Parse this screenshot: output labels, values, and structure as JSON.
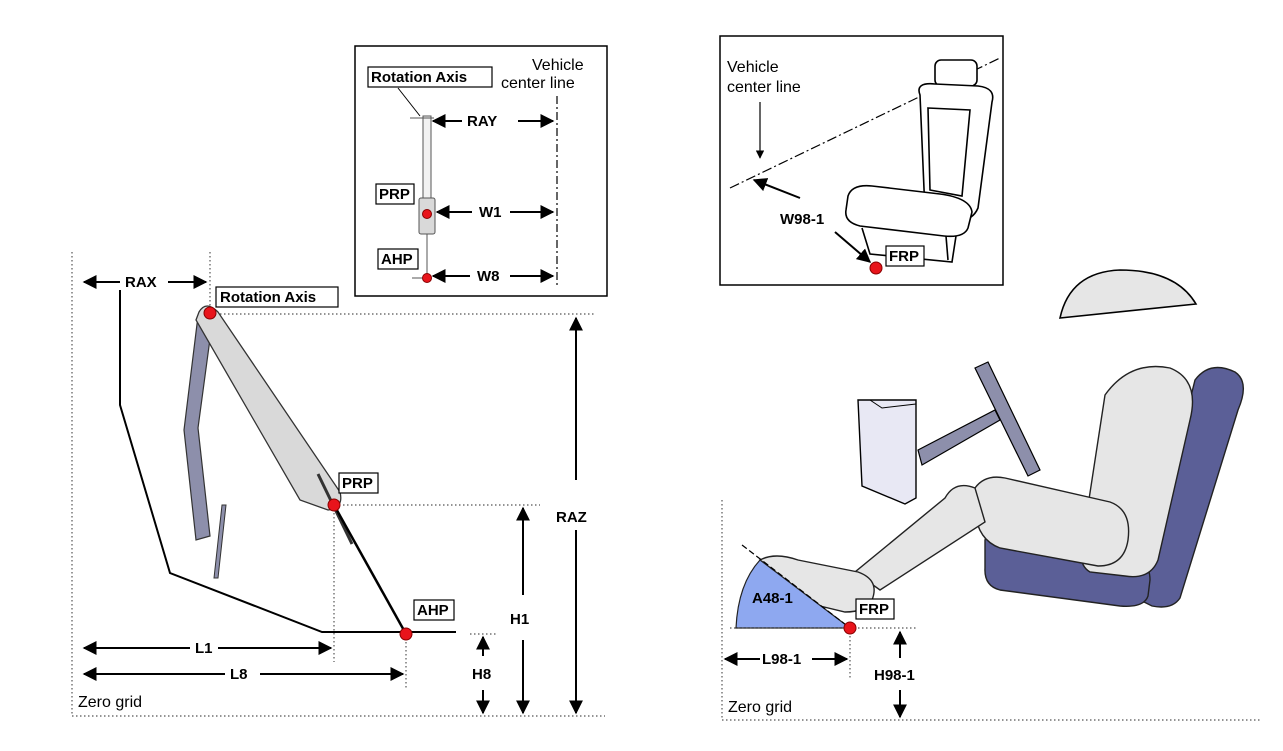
{
  "left_diagram": {
    "inset_labels": {
      "rotation_axis": "Rotation Axis",
      "vehicle_center_line": [
        "Vehicle",
        "center line"
      ],
      "ray": "RAY",
      "prp": "PRP",
      "w1": "W1",
      "ahp": "AHP",
      "w8": "W8"
    },
    "labels": {
      "rax": "RAX",
      "rotation_axis": "Rotation Axis",
      "prp": "PRP",
      "ahp": "AHP",
      "raz": "RAZ",
      "h1": "H1",
      "h8": "H8",
      "l1": "L1",
      "l8": "L8",
      "zero_grid": "Zero grid"
    }
  },
  "right_diagram": {
    "inset_labels": {
      "vehicle_center_line": [
        "Vehicle",
        "center line"
      ],
      "w98_1": "W98-1",
      "frp": "FRP"
    },
    "labels": {
      "a48_1": "A48-1",
      "frp": "FRP",
      "l98_1": "L98-1",
      "h98_1": "H98-1",
      "zero_grid": "Zero grid"
    }
  },
  "colors": {
    "point_red": "#e8141b",
    "pedal_grey": "#d9d9d9",
    "floor_slate": "#8d8fab",
    "seat_blue": "#5b5f97",
    "body_grey": "#e6e6e6",
    "angle_blue": "#8ea8f0"
  }
}
